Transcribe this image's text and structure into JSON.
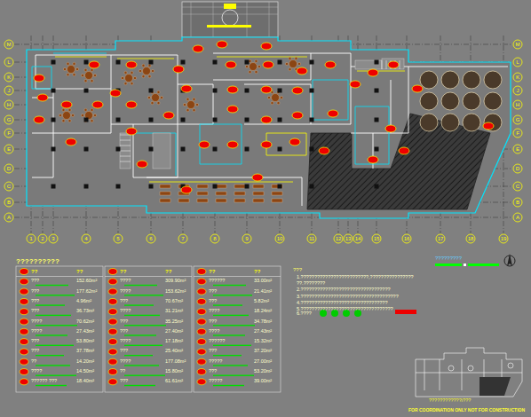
{
  "diagram": {
    "labels": [
      "??????????",
      "1",
      "2",
      "3",
      "4",
      "5",
      "6",
      "7",
      "8",
      "9",
      "10",
      "11",
      "12",
      "13",
      "14",
      "15",
      "16",
      "17",
      "18",
      "19",
      "M",
      "L",
      "K",
      "J",
      "H",
      "G",
      "F",
      "E",
      "D",
      "C",
      "B",
      "A",
      "M",
      "L",
      "K",
      "J",
      "H",
      "G",
      "F",
      "E",
      "D",
      "C",
      "B",
      "A",
      "??",
      "??",
      "???",
      "152.60m²",
      "???",
      "177.62m²",
      "???",
      "4.96m²",
      "???",
      "36.73m²",
      "????",
      "70.62m²",
      "????",
      "27.43m²",
      "???",
      "53.80m²",
      "???",
      "37.78m²",
      "??",
      "14.20m²",
      "????",
      "14.50m²",
      "?????? ???",
      "18.40m²",
      "??",
      "??",
      "????",
      "309.90m²",
      "????",
      "153.62m²",
      "???",
      "70.67m²",
      "????",
      "31.21m²",
      "???",
      "35.25m²",
      "???",
      "27.40m²",
      "????",
      "17.18m²",
      "???",
      "25.40m²",
      "????",
      "177.08m²",
      "??",
      "15.80m²",
      "???",
      "61.61m²",
      "??",
      "??",
      "??????",
      "33.00m²",
      "???",
      "21.41m²",
      "???",
      "5.82m²",
      "????",
      "18.24m²",
      "???",
      "34.78m²",
      "????",
      "27.43m²",
      "??????",
      "15.32m²",
      "???",
      "37.20m²",
      "?????",
      "27.00m²",
      "???",
      "53.20m²",
      "?????",
      "39.00m²",
      "???",
      "1.?????????????????????????,???????????????? ??.????????",
      "2.?????????????????????????????????",
      "3.????????????????????????????????????",
      "4.????????????????????????????????",
      "5.??????????????????????????????????",
      "6.????",
      "?????????",
      "????????????/???",
      "FOR COORDINATION ONLY NOT FOR CONSTRUCTION"
    ]
  }
}
